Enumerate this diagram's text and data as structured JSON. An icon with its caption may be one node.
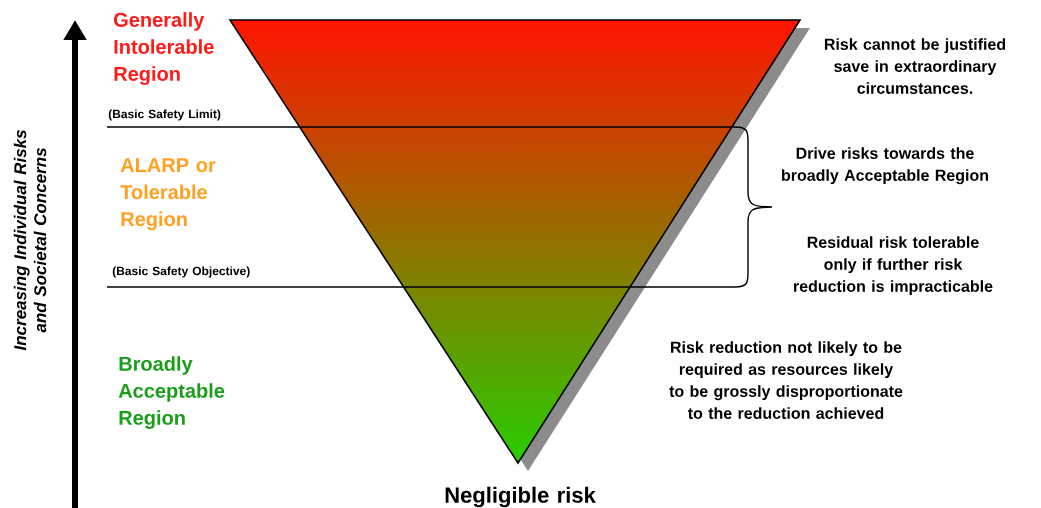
{
  "diagram": {
    "labels": [
      "Generally Intolerable Region",
      "Risk cannot be justified save in extraordinary circumstances.",
      "(Basic Safety Limit)",
      "ALARP or Tolerable Region",
      "Drive risks towards the broadly Acceptable Region",
      "Residual risk tolerable only if further risk reduction is impracticable",
      "(Basic Safety Objective)",
      "Increasing Individual Risks and Societal Concerns",
      "Broadly Acceptable Region",
      "Risk reduction not likely to be required as resources likely to be grossly disproportionate to the reduction achieved",
      "Negligible risk"
    ]
  }
}
